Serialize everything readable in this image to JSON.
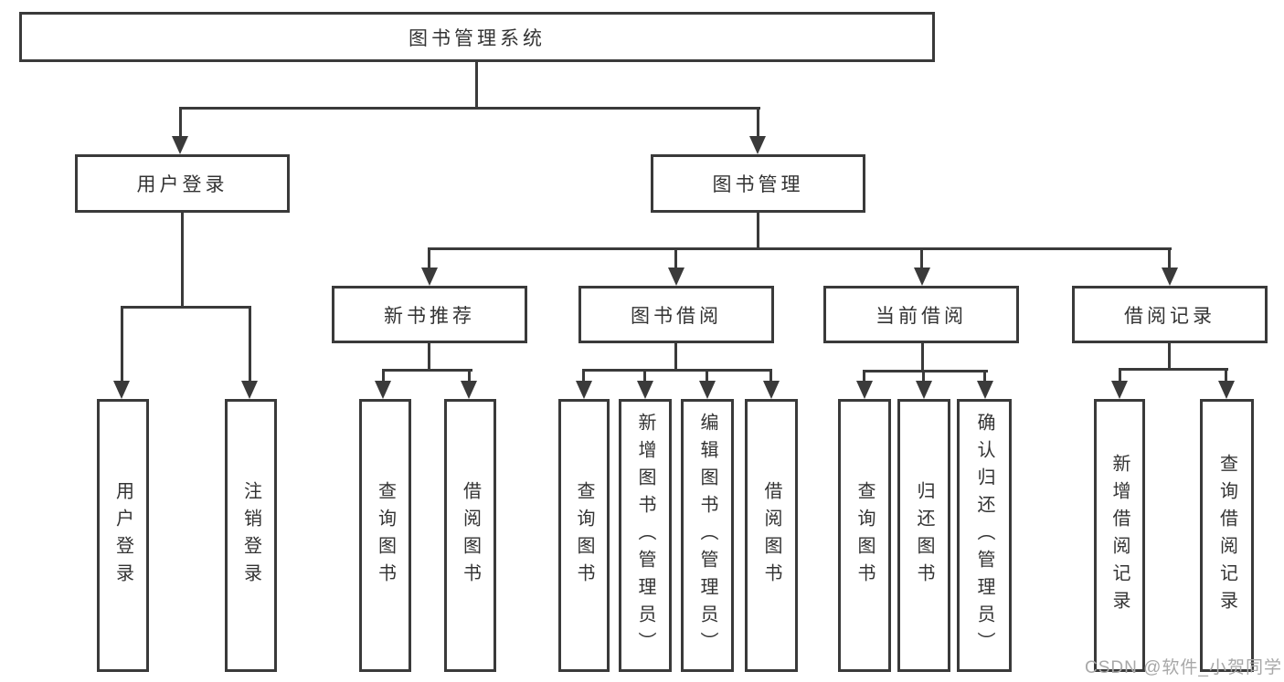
{
  "diagram_title": "图书管理系统",
  "watermark": "CSDN @软件_小贺同学",
  "colors": {
    "line": "#3a3a3a",
    "text": "#333333",
    "watermark": "#a8a8a8",
    "background": "#ffffff"
  },
  "tree": {
    "label": "图书管理系统",
    "children": [
      {
        "label": "用户登录",
        "children": [
          {
            "label": "用户登录"
          },
          {
            "label": "注销登录"
          }
        ]
      },
      {
        "label": "图书管理",
        "children": [
          {
            "label": "新书推荐",
            "children": [
              {
                "label": "查询图书"
              },
              {
                "label": "借阅图书"
              }
            ]
          },
          {
            "label": "图书借阅",
            "children": [
              {
                "label": "查询图书"
              },
              {
                "label": "新增图书（管理员）"
              },
              {
                "label": "编辑图书（管理员）"
              },
              {
                "label": "借阅图书"
              }
            ]
          },
          {
            "label": "当前借阅",
            "children": [
              {
                "label": "查询图书"
              },
              {
                "label": "归还图书"
              },
              {
                "label": "确认归还（管理员）"
              }
            ]
          },
          {
            "label": "借阅记录",
            "children": [
              {
                "label": "新增借阅记录"
              },
              {
                "label": "查询借阅记录"
              }
            ]
          }
        ]
      }
    ]
  }
}
